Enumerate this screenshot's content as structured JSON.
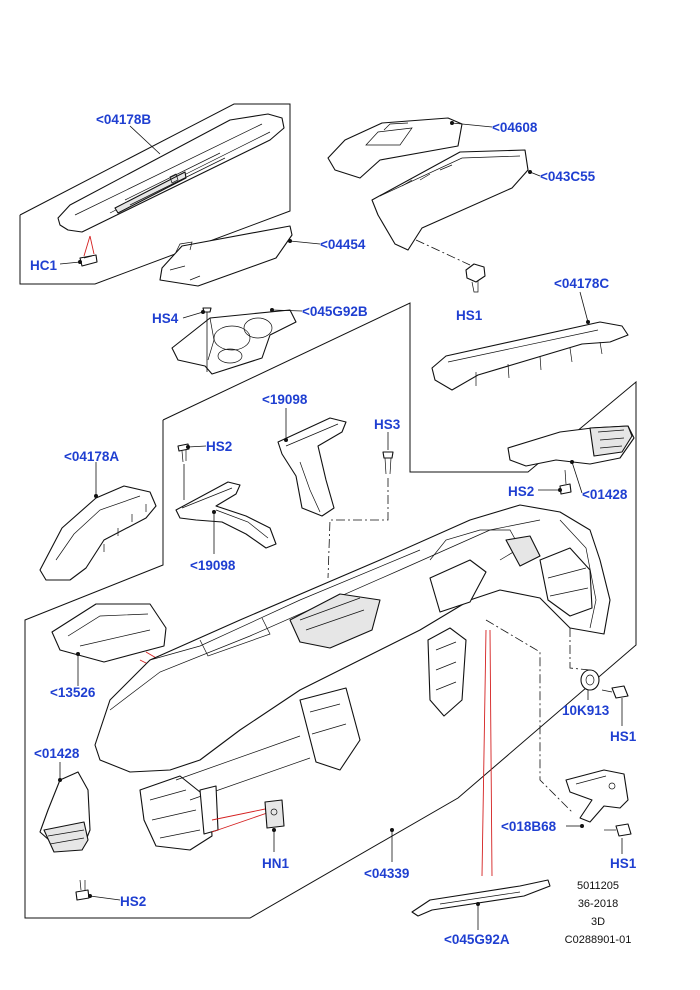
{
  "callouts": {
    "c04178B": "<04178B",
    "c04608": "<04608",
    "c043C55": "<043C55",
    "HC1": "HC1",
    "c04454": "<04454",
    "HS1_top": "HS1",
    "HS4": "HS4",
    "c045G92B": "<045G92B",
    "c04178C": "<04178C",
    "c19098_top": "<19098",
    "HS3": "HS3",
    "HS2_mid": "HS2",
    "c04178A": "<04178A",
    "HS2_right": "HS2",
    "c01428_right": "<01428",
    "c19098_bottom": "<19098",
    "c13526": "<13526",
    "c10K913": "10K913",
    "HS1_mid": "HS1",
    "c01428_left": "<01428",
    "c018B68": "<018B68",
    "HN1": "HN1",
    "HS1_bottom": "HS1",
    "c04339": "<04339",
    "HS2_bottom": "HS2",
    "c045G92A": "<045G92A"
  },
  "meta": {
    "line1": "5011205",
    "line2": "36-2018",
    "line3": "3D",
    "line4": "C0288901-01"
  }
}
